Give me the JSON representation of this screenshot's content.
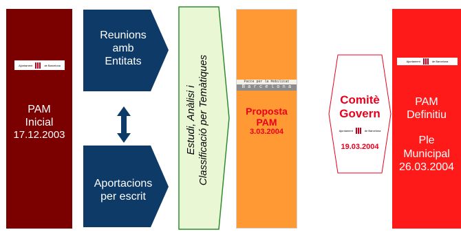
{
  "colors": {
    "maroon": "#7b0000",
    "navy": "#0d3a66",
    "green_bg": "#eaf7d4",
    "green_border": "#2e8b2e",
    "orange": "#ff9933",
    "red": "#ff1a1a",
    "text_red": "#e8001c"
  },
  "logo": {
    "text": "Ajuntament de Barcelona"
  },
  "pam_inicial": {
    "line1": "PAM",
    "line2": "Inicial",
    "date": "17.12.2003"
  },
  "reunions": {
    "line1": "Reunions",
    "line2": "amb",
    "line3": "Entitats"
  },
  "aportacions": {
    "line1": "Aportacions",
    "line2": "per escrit"
  },
  "connector_icon": "double-arrow-vertical",
  "estudi": {
    "line1": "Estudi, Anàlisi i",
    "line2": "Classificació per Temàtiques"
  },
  "pacte_logo": {
    "line1": "Pacte per la Mobilitat",
    "line2": "B a r c e l o n a"
  },
  "proposta": {
    "line1": "Proposta",
    "line2": "PAM",
    "date": "3.03.2004"
  },
  "comite": {
    "line1": "Comitè",
    "line2": "Govern",
    "date": "19.03.2004"
  },
  "pam_definitiu": {
    "line1": "PAM",
    "line2": "Definitiu",
    "line3": "Ple",
    "line4": "Municipal",
    "date": "26.03.2004"
  }
}
